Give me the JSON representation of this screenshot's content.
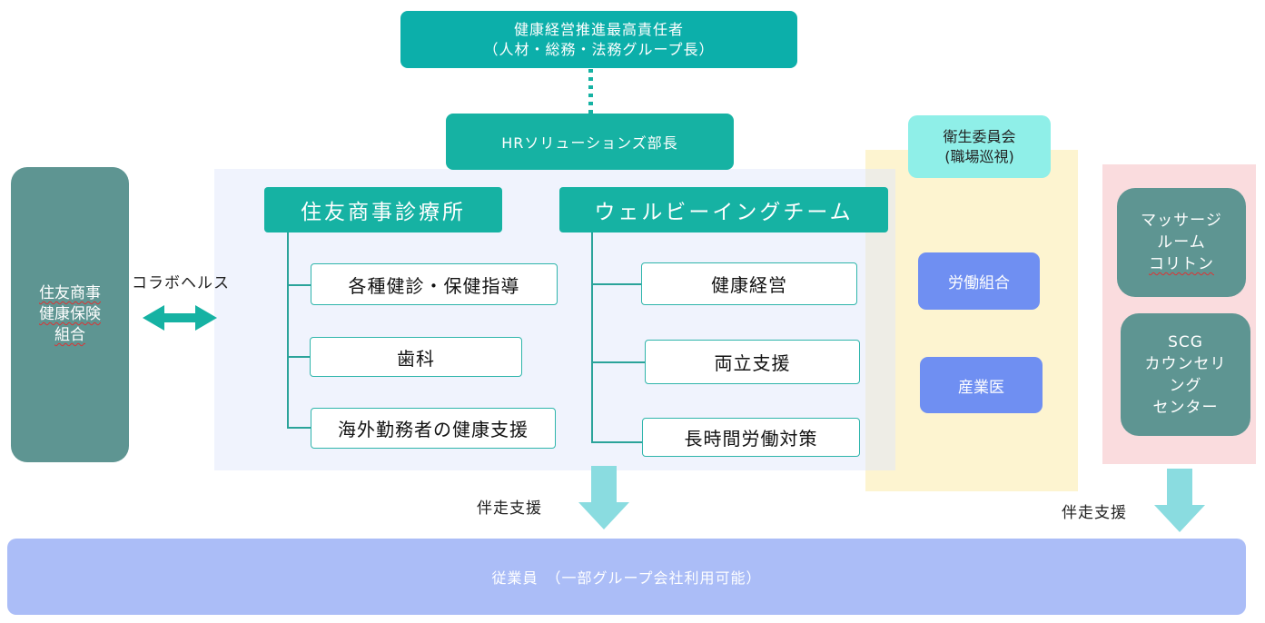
{
  "top": {
    "executive_line1": "健康経営推進最高責任者",
    "executive_line2": "（人材・総務・法務グループ長）",
    "hr_manager": "HRソリューションズ部長"
  },
  "committee": {
    "line1": "衛生委員会",
    "line2": "(職場巡視)"
  },
  "partner": {
    "lines": [
      "住友商事",
      "健康保険",
      "組合"
    ],
    "collab_label": "コラボヘルス"
  },
  "clinic": {
    "title": "住友商事診療所",
    "items": [
      "各種健診・保健指導",
      "歯科",
      "海外勤務者の健康支援"
    ]
  },
  "wellbeing": {
    "title": "ウェルビーイングチーム",
    "items": [
      "健康経営",
      "両立支援",
      "長時間労働対策"
    ]
  },
  "yellow_group": {
    "items": [
      "労働組合",
      "産業医"
    ]
  },
  "pink_group": {
    "massage_lines": [
      "マッサージ",
      "ルーム",
      "コリトン"
    ],
    "counseling_lines": [
      "SCG",
      "カウンセリ",
      "ング",
      "センター"
    ]
  },
  "support_label": "伴走支援",
  "employees": "従業員　（一部グループ会社利用可能）",
  "colors": {
    "teal_dark": "#0CAFAA",
    "teal": "#16B2A3",
    "teal_muted": "#5E9592",
    "aqua": "#8FEFE8",
    "arrow_light": "#8ADCE0",
    "periwinkle": "#6F8FF2",
    "employee_bar": "#ABBDF7",
    "region_blue": "#F0F3FD",
    "region_yellow": "#FDF4D0",
    "region_pink": "#FADCDE"
  }
}
